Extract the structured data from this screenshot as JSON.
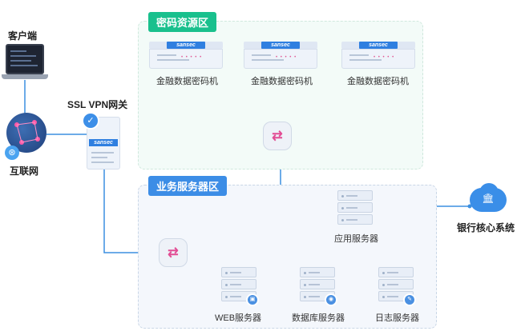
{
  "zones": {
    "crypto": "密码资源区",
    "business": "业务服务器区"
  },
  "client": {
    "label": "客户端"
  },
  "internet": {
    "label": "互联网"
  },
  "gateway": {
    "label": "SSL VPN网关",
    "brand": "sansec"
  },
  "hsm": [
    {
      "label": "金融数据密码机",
      "brand": "sansec"
    },
    {
      "label": "金融数据密码机",
      "brand": "sansec"
    },
    {
      "label": "金融数据密码机",
      "brand": "sansec"
    }
  ],
  "app_server": {
    "label": "应用服务器"
  },
  "servers": [
    {
      "label": "WEB服务器"
    },
    {
      "label": "数据库服务器"
    },
    {
      "label": "日志服务器"
    }
  ],
  "bank": {
    "label": "银行核心系统"
  },
  "colors": {
    "crypto_zone": "#19c08d",
    "business_zone": "#3c8de6",
    "link": "#3b8fe0",
    "crypto_link": "#19c08d",
    "accent": "#e24d94"
  }
}
